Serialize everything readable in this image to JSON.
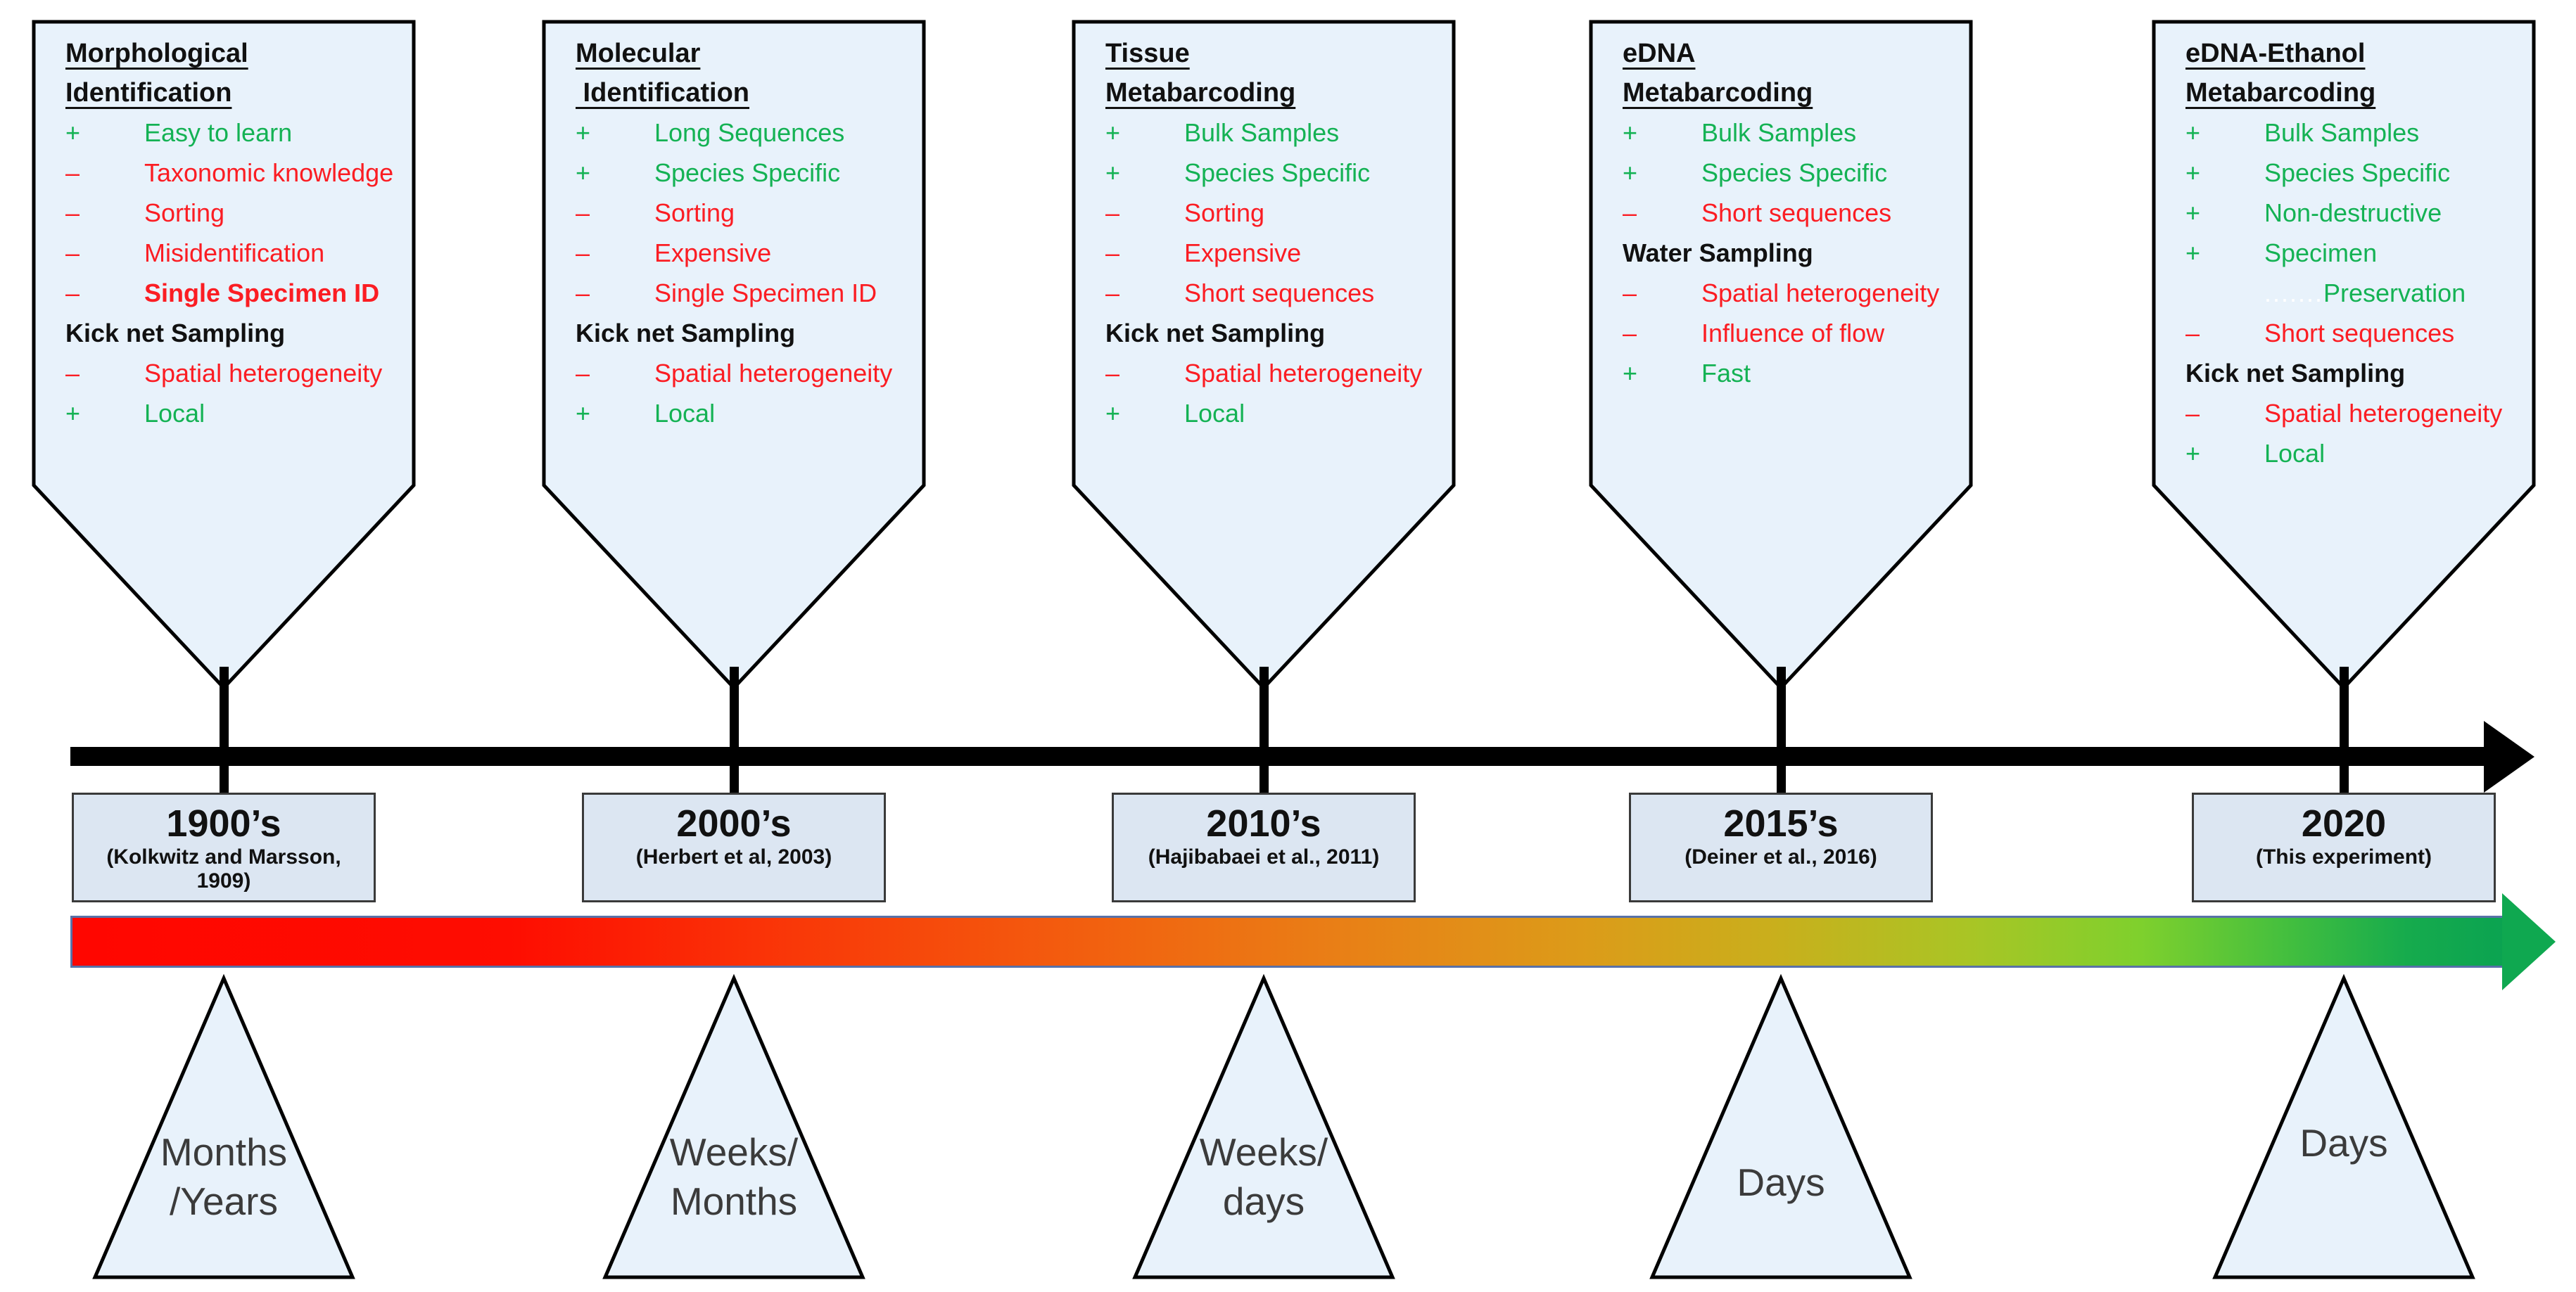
{
  "colors": {
    "green": "#14b254",
    "red": "#fb1d23",
    "callout_fill": "#e8f2fb",
    "callout_border": "#000000",
    "yearbox_fill": "#dce6f2",
    "triangle_fill": "#e8f2fb",
    "timeline_color": "#000000",
    "gradient_border": "#5871a8",
    "dots_color": "#ffffff",
    "gradient_stops": [
      [
        "#ff0600",
        "0%"
      ],
      [
        "#fe0d01",
        "18%"
      ],
      [
        "#f93908",
        "30%"
      ],
      [
        "#f2600f",
        "42%"
      ],
      [
        "#e97f16",
        "52%"
      ],
      [
        "#dc9b19",
        "62%"
      ],
      [
        "#c9af1c",
        "70%"
      ],
      [
        "#a9c525",
        "78%"
      ],
      [
        "#7fd02d",
        "85%"
      ],
      [
        "#44bf3e",
        "91%"
      ],
      [
        "#16ab4d",
        "96%"
      ],
      [
        "#0ba351",
        "100%"
      ]
    ]
  },
  "columns": [
    {
      "year": "1900’s",
      "citation": "(Kolkwitz and Marsson,\n1909)",
      "duration": [
        "Months",
        "/Years"
      ],
      "duration_y": 0.66,
      "callout": {
        "title_lines": [
          "Morphological",
          "Identification"
        ],
        "items": [
          {
            "type": "pro",
            "sign": "+",
            "text": "Easy to learn"
          },
          {
            "type": "con",
            "sign": "–",
            "text": "Taxonomic knowledge"
          },
          {
            "type": "con",
            "sign": "–",
            "text": "Sorting"
          },
          {
            "type": "con",
            "sign": "–",
            "text": "Misidentification"
          },
          {
            "type": "con",
            "sign": "–",
            "text": "Single Specimen ID",
            "bold": true
          },
          {
            "type": "header",
            "text": "Kick net Sampling"
          },
          {
            "type": "con",
            "sign": "–",
            "text": "Spatial heterogeneity"
          },
          {
            "type": "pro",
            "sign": "+",
            "text": "Local"
          }
        ]
      }
    },
    {
      "year": "2000’s",
      "citation": "(Herbert et al, 2003)",
      "duration": [
        "Weeks/",
        "Months"
      ],
      "duration_y": 0.66,
      "callout": {
        "title_lines": [
          "Molecular",
          " Identification"
        ],
        "items": [
          {
            "type": "pro",
            "sign": "+",
            "text": "Long Sequences"
          },
          {
            "type": "pro",
            "sign": "+",
            "text": "Species Specific"
          },
          {
            "type": "con",
            "sign": "–",
            "text": "Sorting"
          },
          {
            "type": "con",
            "sign": "–",
            "text": "Expensive"
          },
          {
            "type": "con",
            "sign": "–",
            "text": "Single Specimen ID"
          },
          {
            "type": "header",
            "text": "Kick net Sampling"
          },
          {
            "type": "con",
            "sign": "–",
            "text": "Spatial heterogeneity"
          },
          {
            "type": "pro",
            "sign": "+",
            "text": "Local"
          }
        ]
      }
    },
    {
      "year": "2010’s",
      "citation": "(Hajibabaei et al., 2011)",
      "duration": [
        "Weeks/",
        "days"
      ],
      "duration_y": 0.66,
      "callout": {
        "title_lines": [
          "Tissue",
          "Metabarcoding"
        ],
        "items": [
          {
            "type": "pro",
            "sign": "+",
            "text": "Bulk Samples"
          },
          {
            "type": "pro",
            "sign": "+",
            "text": "Species Specific"
          },
          {
            "type": "con",
            "sign": "–",
            "text": "Sorting"
          },
          {
            "type": "con",
            "sign": "–",
            "text": "Expensive"
          },
          {
            "type": "con",
            "sign": "–",
            "text": "Short sequences"
          },
          {
            "type": "header",
            "text": "Kick net Sampling"
          },
          {
            "type": "con",
            "sign": "–",
            "text": "Spatial heterogeneity"
          },
          {
            "type": "pro",
            "sign": "+",
            "text": "Local"
          }
        ]
      }
    },
    {
      "year": "2015’s",
      "citation": "(Deiner et al., 2016)",
      "duration": [
        "Days"
      ],
      "duration_y": 0.68,
      "callout": {
        "title_lines": [
          "eDNA",
          "Metabarcoding"
        ],
        "items": [
          {
            "type": "pro",
            "sign": "+",
            "text": "Bulk Samples"
          },
          {
            "type": "pro",
            "sign": "+",
            "text": "Species Specific"
          },
          {
            "type": "con",
            "sign": "–",
            "text": "Short sequences"
          },
          {
            "type": "header",
            "text": "Water Sampling"
          },
          {
            "type": "con",
            "sign": "–",
            "text": "Spatial heterogeneity"
          },
          {
            "type": "con",
            "sign": "–",
            "text": "Influence of flow"
          },
          {
            "type": "pro",
            "sign": "+",
            "text": "Fast"
          }
        ]
      }
    },
    {
      "year": "2020",
      "citation": "(This experiment)",
      "duration": [
        "Days"
      ],
      "duration_y": 0.55,
      "callout": {
        "title_lines": [
          "eDNA-Ethanol",
          "Metabarcoding"
        ],
        "items": [
          {
            "type": "pro",
            "sign": "+",
            "text": "Bulk Samples"
          },
          {
            "type": "pro",
            "sign": "+",
            "text": "Species Specific"
          },
          {
            "type": "pro",
            "sign": "+",
            "text": "Non-destructive"
          },
          {
            "type": "pro",
            "sign": "+",
            "text": "Specimen",
            "text2": "Preservation",
            "text2_dots": "......."
          },
          {
            "type": "con",
            "sign": "–",
            "text": "Short sequences"
          },
          {
            "type": "header",
            "text": "Kick net Sampling"
          },
          {
            "type": "con",
            "sign": "–",
            "text": "Spatial heterogeneity"
          },
          {
            "type": "pro",
            "sign": "+",
            "text": "Local"
          }
        ]
      }
    }
  ]
}
